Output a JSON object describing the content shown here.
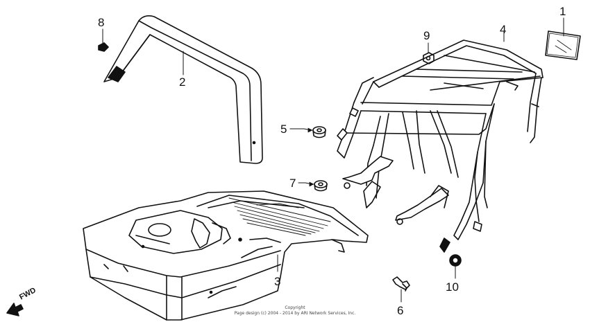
{
  "callouts": [
    {
      "id": "1",
      "label": "1"
    },
    {
      "id": "2",
      "label": "2"
    },
    {
      "id": "3",
      "label": "3"
    },
    {
      "id": "4",
      "label": "4"
    },
    {
      "id": "5",
      "label": "5"
    },
    {
      "id": "6",
      "label": "6"
    },
    {
      "id": "7",
      "label": "7"
    },
    {
      "id": "8",
      "label": "8"
    },
    {
      "id": "9",
      "label": "9"
    },
    {
      "id": "10",
      "label": "10"
    }
  ],
  "copyright": {
    "line1": "Copyright",
    "line2": "Page design (c) 2004 - 2014 by ARI Network Services, Inc."
  },
  "direction_label": "FWD",
  "colors": {
    "line": "#111111",
    "background": "#ffffff"
  }
}
